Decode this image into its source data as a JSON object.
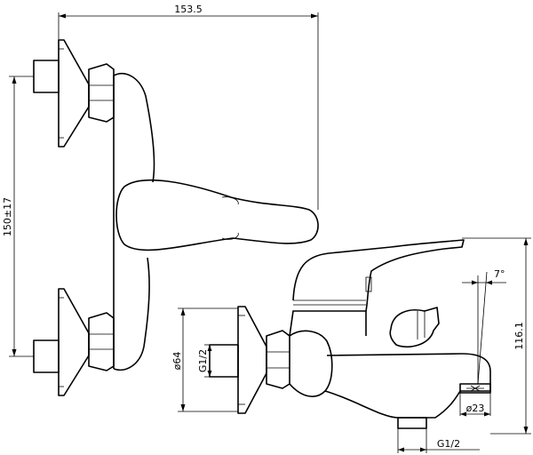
{
  "dimensions": {
    "top_width": "153.5",
    "vertical_spacing": "150±17",
    "height_right": "116.1",
    "angle": "7°",
    "outlet_diameter": "ø23",
    "flange_diameter": "ø64",
    "inlet_thread": "G1/2",
    "bottom_thread": "G1/2"
  }
}
